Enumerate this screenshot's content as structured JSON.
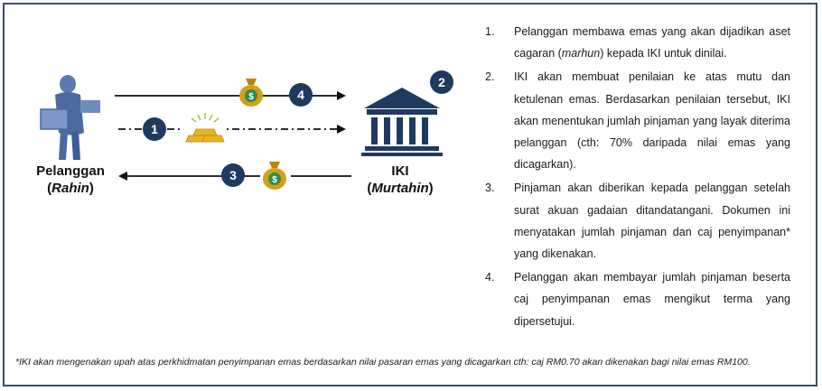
{
  "customer": {
    "label_line1": "Pelanggan",
    "label_italic": "Rahin",
    "open_paren": "(",
    "close_paren": ")"
  },
  "institution": {
    "label_line1": "IKI",
    "label_italic": "Murtahin",
    "open_paren": "(",
    "close_paren": ")"
  },
  "step_badges": [
    "1",
    "2",
    "3",
    "4"
  ],
  "colors": {
    "badge": "#1f3a5f",
    "person": "#5b7bb0",
    "bank": "#1f3a5f",
    "money_bag": "#d4a017",
    "gold_bar": "#e6b422",
    "frame": "#3b4f6b"
  },
  "icons": [
    "person-icon",
    "bank-icon",
    "money-bag-icon",
    "gold-bars-icon"
  ],
  "steps": [
    {
      "num": "1.",
      "text_a": "Pelanggan membawa emas yang akan dijadikan aset cagaran (",
      "text_em": "marhun",
      "text_b": ") kepada IKI untuk dinilai."
    },
    {
      "num": "2.",
      "text_a": "IKI akan membuat penilaian ke atas mutu dan ketulenan emas. Berdasarkan penilaian tersebut, IKI akan menentukan jumlah pinjaman yang layak diterima pelanggan (cth: 70% daripada nilai emas yang dicagarkan).",
      "text_em": "",
      "text_b": ""
    },
    {
      "num": "3.",
      "text_a": "Pinjaman akan diberikan kepada pelanggan setelah surat akuan gadaian ditandatangani. Dokumen ini menyatakan jumlah pinjaman dan caj penyimpanan* yang dikenakan.",
      "text_em": "",
      "text_b": ""
    },
    {
      "num": "4.",
      "text_a": "Pelanggan akan membayar jumlah pinjaman beserta caj penyimpanan emas mengikut terma yang dipersetujui.",
      "text_em": "",
      "text_b": ""
    }
  ],
  "footnote": "*IKI akan mengenakan upah atas perkhidmatan penyimpanan emas berdasarkan nilai pasaran emas yang dicagarkan cth: caj RM0.70 akan dikenakan bagi nilai emas RM100."
}
